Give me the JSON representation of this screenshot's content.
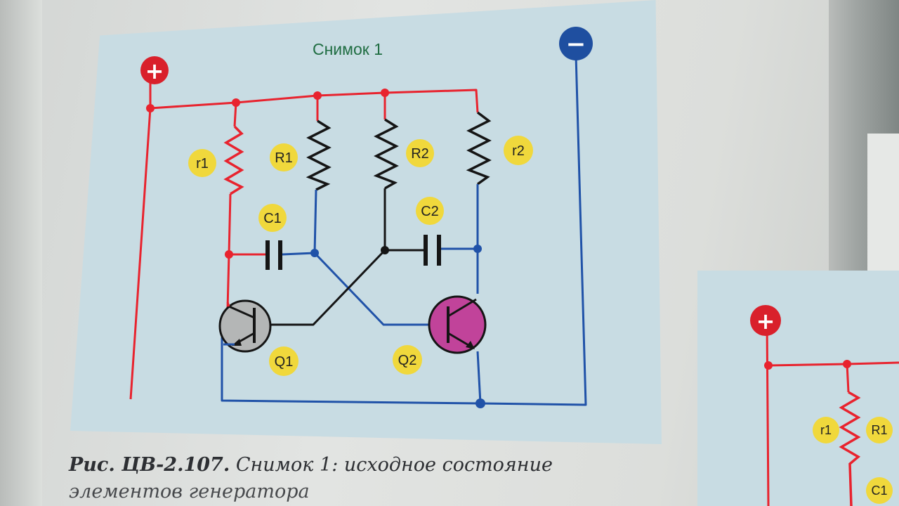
{
  "diagram": {
    "title": "Снимок 1",
    "plus_symbol": "+",
    "minus_symbol": "−",
    "labels": {
      "r1": "r1",
      "R1": "R1",
      "R2": "R2",
      "r2": "r2",
      "C1": "C1",
      "C2": "C2",
      "Q1": "Q1",
      "Q2": "Q2"
    }
  },
  "caption": {
    "figure_number": "Рис. ЦВ-2.107.",
    "text": " Снимок 1: исходное состояние",
    "line2": "элементов генератора"
  },
  "next_diagram": {
    "plus_symbol": "+",
    "labels": {
      "r1": "r1",
      "R1": "R1",
      "C1": "C1"
    }
  },
  "colors": {
    "panel": "#c8dce3",
    "positive_wire": "#e8232e",
    "negative_wire": "#2052a8",
    "label_circle": "#f0d83c",
    "q1_fill": "#b4b6b6",
    "q2_fill": "#c1439a",
    "title_color": "#1f6d42"
  }
}
